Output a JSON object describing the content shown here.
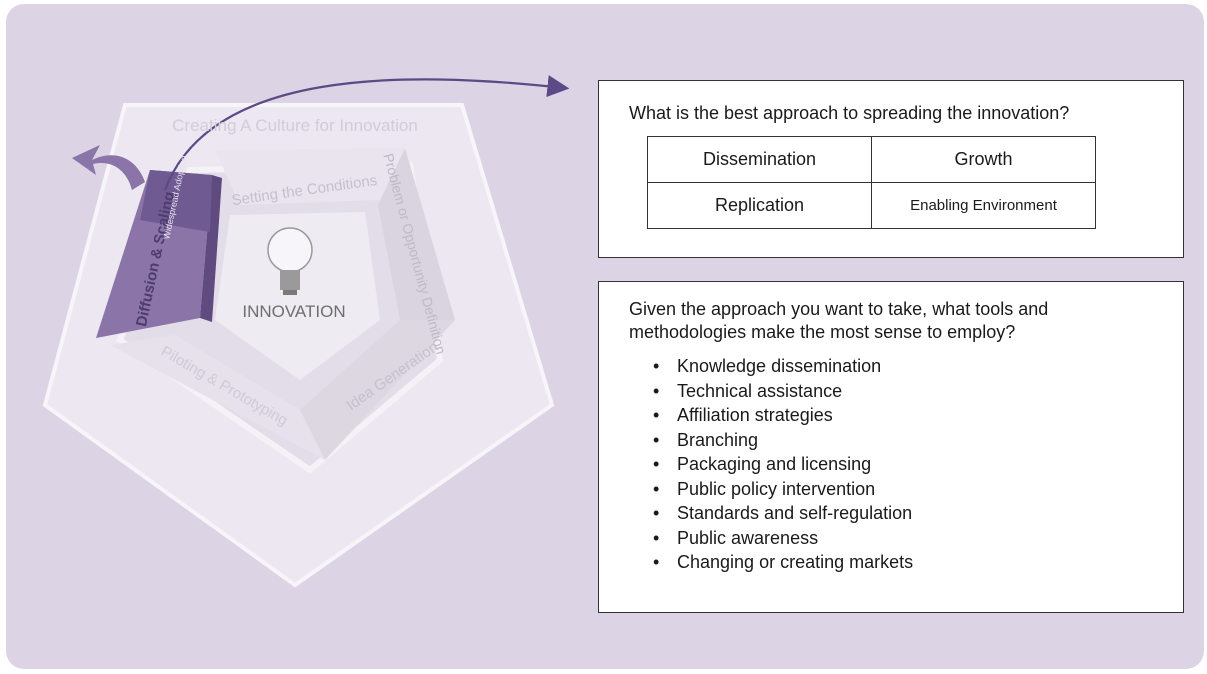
{
  "diagram": {
    "culture_label": "Creating A Culture for Innovation",
    "center_label": "INNOVATION",
    "segments": {
      "setting_conditions": "Setting the Conditions",
      "problem_definition": "Problem or Opportunity Definition",
      "idea_generation": "Idea Generation",
      "piloting": "Piloting & Prototyping",
      "diffusion": "Diffusion & Scaling",
      "widespread_adoption": "Widespread Adoption"
    },
    "colors": {
      "panel": "#dcd3e4",
      "highlight": "#8a74a8",
      "arrow": "#5b4a86"
    }
  },
  "approach_box": {
    "question": "What is the best approach to spreading the innovation?",
    "table": [
      [
        "Dissemination",
        "Growth"
      ],
      [
        "Replication",
        "Enabling Environment"
      ]
    ]
  },
  "tools_box": {
    "question": "Given the approach you want to take, what tools and methodologies make the most sense to employ?",
    "bullet": "•",
    "items": [
      "Knowledge dissemination",
      "Technical assistance",
      "Affiliation strategies",
      "Branching",
      "Packaging and licensing",
      "Public policy intervention",
      "Standards and self-regulation",
      "Public awareness",
      "Changing or creating markets"
    ]
  }
}
